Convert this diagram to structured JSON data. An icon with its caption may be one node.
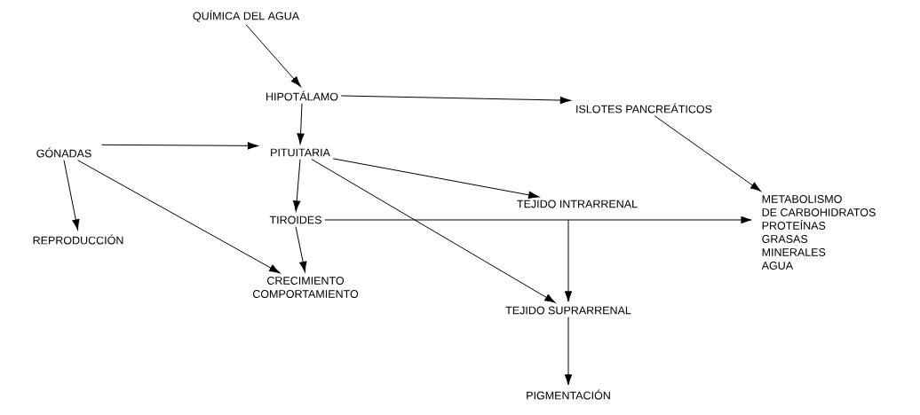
{
  "diagram": {
    "nodes": [
      {
        "text": [
          "QUÍMICA DEL AGUA"
        ]
      },
      {
        "text": [
          "HIPOTÁLAMO"
        ]
      },
      {
        "text": [
          "ISLOTES PANCREÁTICOS"
        ]
      },
      {
        "text": [
          "GÓNADAS"
        ]
      },
      {
        "text": [
          "PITUITARIA"
        ]
      },
      {
        "text": [
          "METABOLISMO",
          "DE CARBOHIDRATOS",
          "PROTEÍNAS",
          "GRASAS",
          "MINERALES",
          "AGUA"
        ]
      },
      {
        "text": [
          "TEJIDO INTRARRENAL"
        ]
      },
      {
        "text": [
          "TIROIDES"
        ]
      },
      {
        "text": [
          "REPRODUCCIÓN"
        ]
      },
      {
        "text": [
          "CRECIMIENTO",
          "COMPORTAMIENTO"
        ]
      },
      {
        "text": [
          "TEJIDO SUPRARRENAL"
        ]
      },
      {
        "text": [
          "PIGMENTACIÓN"
        ]
      }
    ],
    "edges": [
      {
        "from": 0,
        "to": 1,
        "arrow": "to"
      },
      {
        "from": 1,
        "to": 4,
        "arrow": "to"
      },
      {
        "from": 1,
        "to": 2,
        "arrow": "to"
      },
      {
        "from": 3,
        "to": 4,
        "arrow": "to"
      },
      {
        "from": 3,
        "to": 8,
        "arrow": "to"
      },
      {
        "from": 3,
        "to": 9,
        "arrow": "to"
      },
      {
        "from": 4,
        "to": 7,
        "arrow": "to"
      },
      {
        "from": 4,
        "to": 6,
        "arrow": "to"
      },
      {
        "from": 4,
        "to": 10,
        "arrow": "to"
      },
      {
        "from": 2,
        "to": 5,
        "arrow": "to"
      },
      {
        "from": 7,
        "to": 9,
        "arrow": "to"
      },
      {
        "from": 7,
        "to": 5,
        "arrow": "to"
      },
      {
        "from": 7,
        "to": 10,
        "arrow": "to"
      },
      {
        "from": 10,
        "to": 11,
        "arrow": "to"
      }
    ]
  }
}
